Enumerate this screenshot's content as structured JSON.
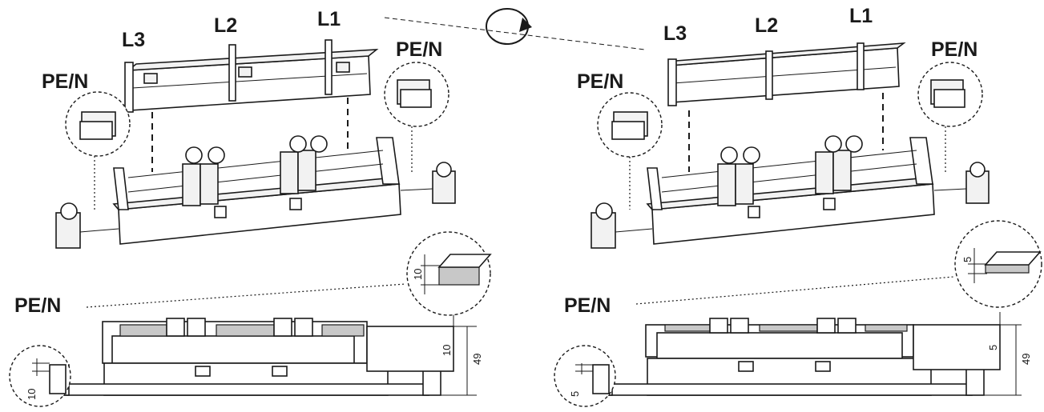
{
  "left": {
    "phase_labels": [
      "L3",
      "L2",
      "L1"
    ],
    "pe_n_label": "PE/N",
    "dim_top_gap": "10",
    "dim_detail_gap": "10",
    "dim_height": "49",
    "dim_side_gap": "10"
  },
  "right": {
    "phase_labels": [
      "L3",
      "L2",
      "L1"
    ],
    "pe_n_label": "PE/N",
    "dim_top_gap": "5",
    "dim_detail_gap": "5",
    "dim_height": "49",
    "dim_side_gap": "5"
  }
}
